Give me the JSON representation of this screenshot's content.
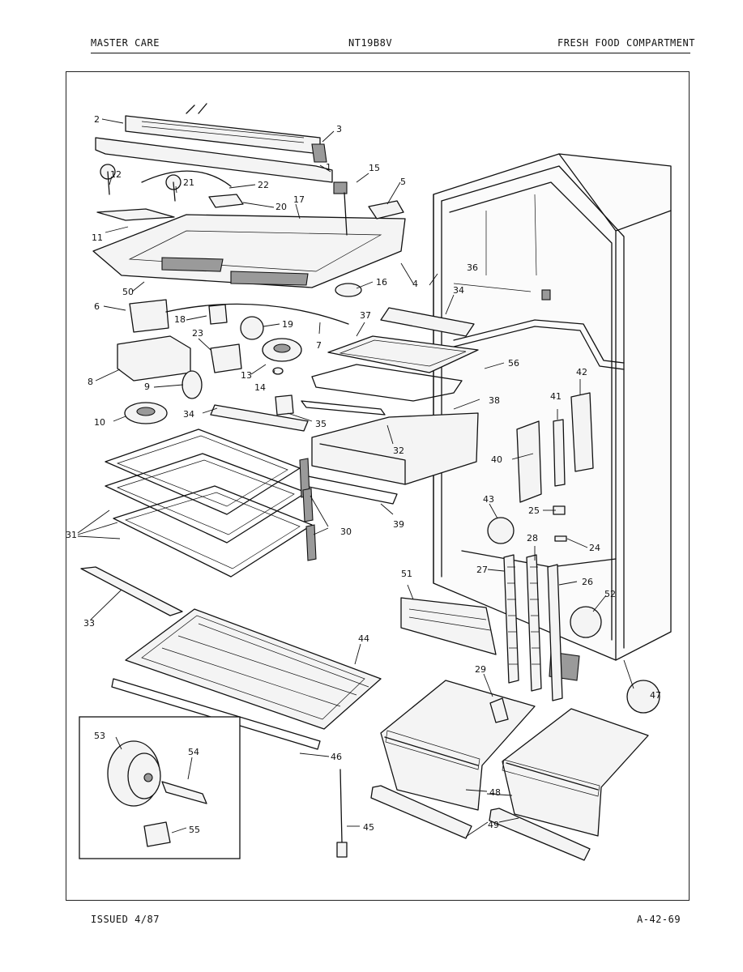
{
  "header": {
    "left": "MASTER CARE",
    "center": "NT19B8V",
    "right": "FRESH FOOD COMPARTMENT"
  },
  "footer": {
    "left": "ISSUED 4/87",
    "right": "A-42-69"
  },
  "callouts": [
    "1",
    "2",
    "3",
    "4",
    "5",
    "6",
    "7",
    "8",
    "9",
    "10",
    "11",
    "12",
    "13",
    "14",
    "15",
    "16",
    "17",
    "18",
    "19",
    "20",
    "21",
    "22",
    "23",
    "24",
    "25",
    "26",
    "27",
    "28",
    "29",
    "30",
    "31",
    "32",
    "33",
    "34",
    "34",
    "35",
    "36",
    "37",
    "38",
    "39",
    "40",
    "41",
    "42",
    "43",
    "44",
    "45",
    "46",
    "47",
    "48",
    "49",
    "50",
    "51",
    "52",
    "53",
    "54",
    "55",
    "56"
  ]
}
